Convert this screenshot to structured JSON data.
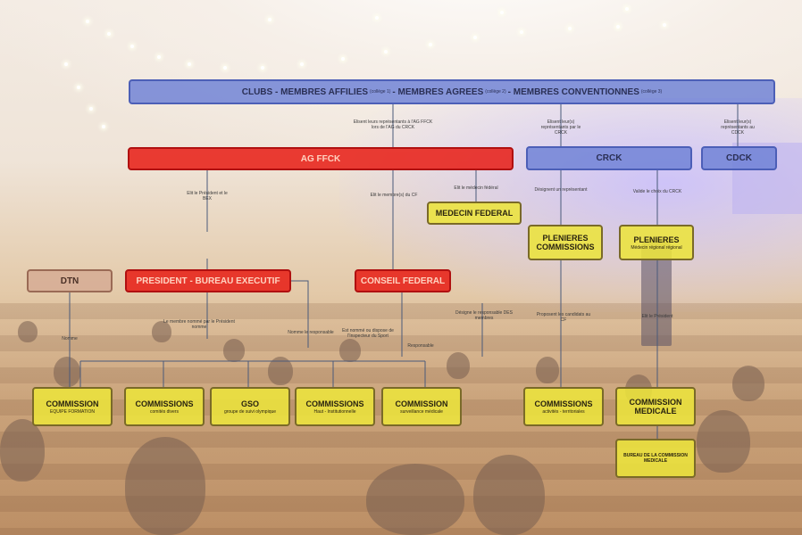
{
  "top": {
    "part1": "CLUBS - MEMBRES AFFILIES",
    "part1_small": "(collège 1)",
    "part2": " - MEMBRES AGREES",
    "part2_small": "(collège 2)",
    "part3": " - MEMBRES CONVENTIONNES",
    "part3_small": "(collège 3)"
  },
  "top_annotations": {
    "left": "Elisent leurs représentants à l'AG FFCK lors de l'AG du CRCK",
    "middle": "Elisent leur(s) représentants par le CRCK",
    "right": "Elisent leur(s) représentants au CDCK"
  },
  "nodes": {
    "ag": "AG FFCK",
    "crck": "CRCK",
    "cdck": "CDCK",
    "medecin": "MEDECIN FEDERAL",
    "plenieres_commissions": "PLENIERES COMMISSIONS",
    "plenieres": "PLENIERES",
    "plenieres_sub": "Médecin régional régional",
    "dtn": "DTN",
    "president": "PRESIDENT - BUREAU EXECUTIF",
    "conseil": "CONSEIL FEDERAL",
    "bureau_commission": "BUREAU DE LA COMMISSION MEDICALE"
  },
  "mid_annotations": {
    "elit_president": "Elit le Président et le BEX",
    "elit_membres": "Elit le membre(s) du CF",
    "elit_medecin": "Elit le médecin fédéral",
    "designent": "Désignent un représentant",
    "valide": "Valide le choix du CRCK"
  },
  "low_annotations": {
    "nomme": "Nomme",
    "nomme_responsables": "Le membre nommé par le Président nomme",
    "nomme_responsable": "Nomme le responsable",
    "ann_nomme2": "Est nommé ou dispose de l'Inspecteur du Sport",
    "responsable": "Responsable",
    "representants": "Désigne le responsable DES membres",
    "propose": "Proposent les candidats au CF",
    "elit_president_crck": "Elit le Président"
  },
  "commissions": [
    {
      "title": "COMMISSION",
      "sub": "EQUIPE FORMATION"
    },
    {
      "title": "COMMISSIONS",
      "sub": "comités divers"
    },
    {
      "title": "GSO",
      "sub": "groupe de suivi olympique"
    },
    {
      "title": "COMMISSIONS",
      "sub": "Haut - Institutionnelle"
    },
    {
      "title": "COMMISSION",
      "sub": "surveillance médicale"
    },
    {
      "title": "COMMISSIONS",
      "sub": "activités - territoriales"
    },
    {
      "title": "COMMISSION",
      "sub": "MEDICALE"
    }
  ],
  "colors": {
    "blue": "#6c80d6",
    "red": "#e81c14",
    "yellow": "#ece43c",
    "tan": "#d6ac94"
  }
}
